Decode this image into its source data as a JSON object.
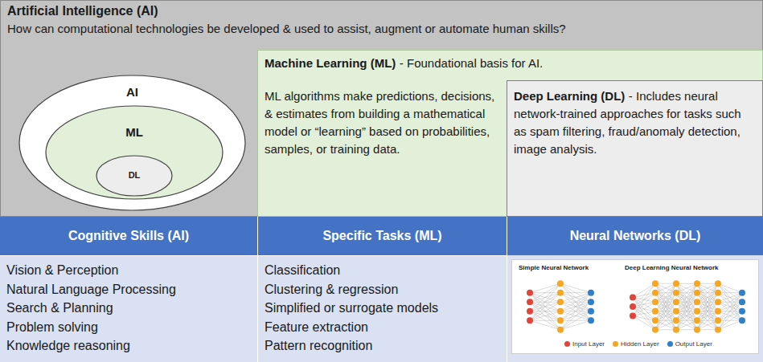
{
  "diagram": {
    "nodes": [
      {
        "text": [
          "Artificial Intelligence (AI)",
          "How can computational technologies be developed & used to assist, augment or automate human skills?"
        ]
      },
      {
        "text": [
          "AI"
        ],
        "in": 0
      },
      {
        "text": [
          "ML"
        ],
        "in": 1
      },
      {
        "text": [
          "DL"
        ],
        "in": 2
      },
      {
        "text": [
          "Machine Learning (ML)",
          "- Foundational basis for AI.",
          "ML algorithms make predictions, decisions, & estimates from building a mathematical model or “learning” based on probabilities, samples, or training data."
        ],
        "in": 0
      },
      {
        "text": [
          "Deep Learning (DL)",
          "- Includes neural network-trained approaches for tasks such as spam filtering, fraud/anomaly detection, image analysis."
        ],
        "in": 4
      },
      {
        "text": [
          "Cognitive Skills (AI)"
        ]
      },
      {
        "text": [
          "Specific Tasks (ML)"
        ]
      },
      {
        "text": [
          "Neural Networks (DL)"
        ]
      },
      {
        "text": [
          "Vision & Perception",
          "Natural Language Processing",
          "Search & Planning",
          "Problem solving",
          "Knowledge reasoning"
        ]
      },
      {
        "text": [
          "Classification",
          "Clustering & regression",
          "Simplified or surrogate models",
          "Feature extraction",
          "Pattern recognition"
        ]
      },
      {
        "text": [
          "Simple Neural Network",
          "Deep Learning Neural Network"
        ]
      }
    ],
    "legend": [
      {
        "text": "Input Layer",
        "color": "#e0453a"
      },
      {
        "text": "Hidden Layer",
        "color": "#f5a623"
      },
      {
        "text": "Output Layer",
        "color": "#2f80c8"
      }
    ]
  }
}
